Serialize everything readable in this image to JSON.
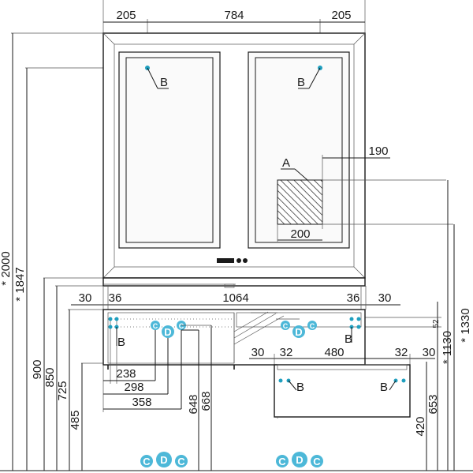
{
  "colors": {
    "line": "#1a1a1a",
    "accent": "#1f9fbf",
    "bubble": "#4db8d8"
  },
  "top": {
    "dim_left": "205",
    "dim_center": "784",
    "dim_right": "205"
  },
  "left_axis": {
    "dim_2000": "* 2000",
    "dim_1847": "* 1847",
    "dim_900": "900",
    "dim_850": "850",
    "dim_725": "725",
    "dim_485": "485"
  },
  "right_axis": {
    "dim_1330": "* 1330",
    "dim_1130": "* 1130",
    "dim_653": "653",
    "dim_420": "420",
    "dim_52": "52"
  },
  "mirror": {
    "label_a": "A",
    "dim_190": "190",
    "dim_200": "200",
    "label_b_left": "B",
    "label_b_right": "B"
  },
  "counter": {
    "dim_30_left": "30",
    "dim_36_left": "36",
    "dim_1064": "1064",
    "dim_36_right": "36",
    "dim_30_right": "30",
    "label_b_left": "B",
    "label_b_right": "B"
  },
  "lower_left": {
    "dim_238": "238",
    "dim_298": "298",
    "dim_358": "358",
    "dim_648": "648",
    "dim_668": "668"
  },
  "drawer": {
    "dim_30_left": "30",
    "dim_32_left": "32",
    "dim_480": "480",
    "dim_32_right": "32",
    "dim_30_right": "30",
    "label_b_left": "B",
    "label_b_right": "B"
  },
  "legend": {
    "c": "C",
    "d": "D"
  }
}
